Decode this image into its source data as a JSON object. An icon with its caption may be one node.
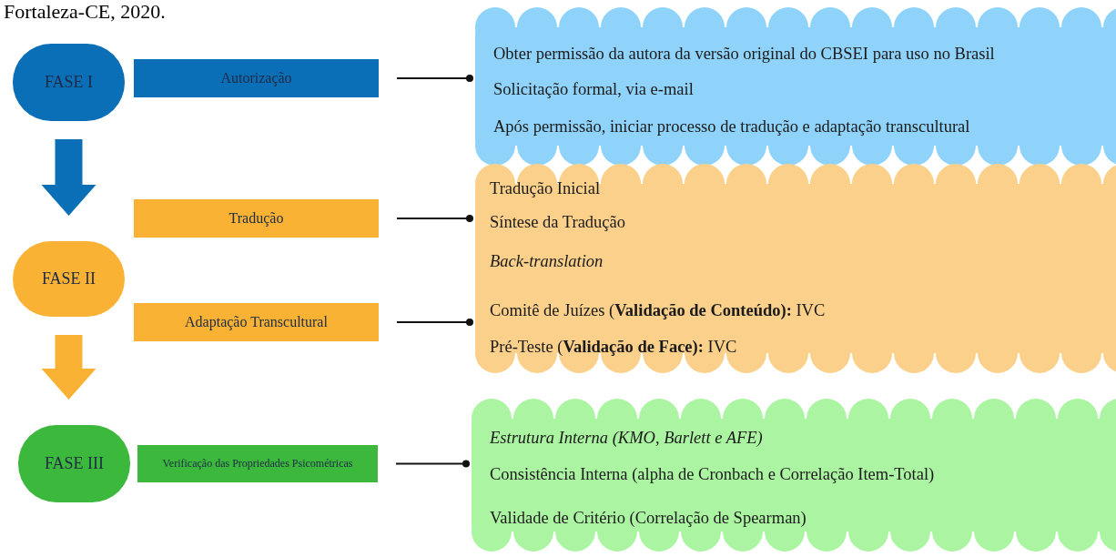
{
  "diagram": {
    "nodes": [
      {
        "text": [
          "FASE I"
        ]
      },
      {
        "text": [
          "Autorização"
        ]
      },
      {
        "text": [
          "Obter  permissão da autora da versão original do CBSEI  para uso no Brasil",
          "Solicitação formal, via e-mail",
          "Após permissão, iniciar processo de tradução e adaptação transcultural"
        ]
      },
      {
        "text": [
          "Tradução"
        ]
      },
      {
        "text": [
          "FASE II"
        ]
      },
      {
        "text": [
          "Adaptação Transcultural"
        ]
      },
      {
        "text": [
          "Tradução Inicial",
          "Síntese da Tradução",
          "*Back-translation*",
          "Comitê de Juízes (**Validação de Conteúdo):** IVC",
          "Pré-Teste (**Validação de Face):** IVC"
        ]
      },
      {
        "text": [
          "FASE III"
        ]
      },
      {
        "text": [
          "Verificação das Propriedades Psicométricas"
        ]
      },
      {
        "text": [
          "*Estrutura Interna (KMO, Barlett e AFE)*",
          "Consistência Interna (alpha de Cronbach e Correlação Item-Total)",
          "Validade de Critério (Correlação de Spearman)"
        ]
      }
    ],
    "edges": [
      {
        "from": 0,
        "to": 4,
        "arrow": "to",
        "style": "thick",
        "color": "#0b6fb8"
      },
      {
        "from": 4,
        "to": 7,
        "arrow": "to",
        "style": "thick",
        "color": "#f9b233"
      },
      {
        "from": 1,
        "to": 2,
        "arrow": "other"
      },
      {
        "from": 3,
        "to": 6,
        "arrow": "other"
      },
      {
        "from": 5,
        "to": 6,
        "arrow": "other"
      },
      {
        "from": 8,
        "to": 9,
        "arrow": "other"
      }
    ],
    "labels": [
      "Fortaleza-CE, 2020."
    ]
  }
}
